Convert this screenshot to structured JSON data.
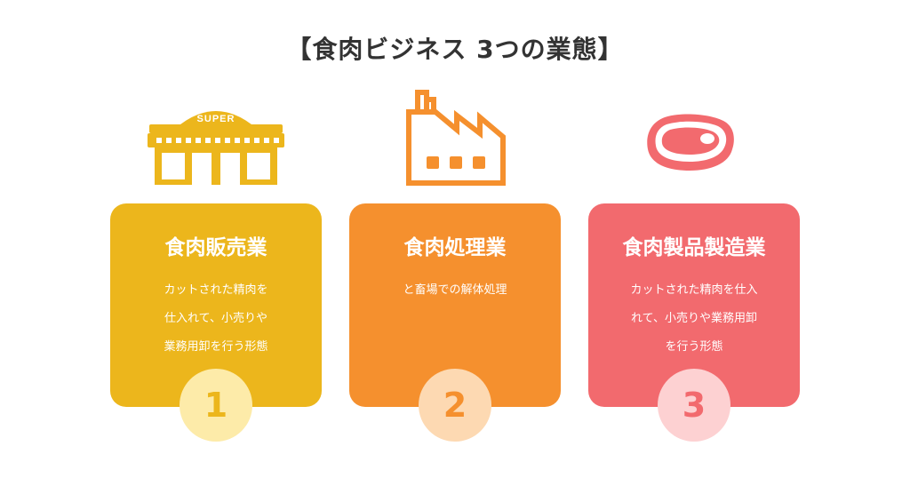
{
  "title": "【食肉ビジネス 3つの業態】",
  "cards": [
    {
      "title": "食肉販売業",
      "desc_lines": [
        "カットされた精肉を",
        "仕入れて、小売りや",
        "業務用卸を行う形態"
      ],
      "number": "1",
      "icon": "supermarket-icon",
      "icon_label": "SUPER",
      "color": "#ecb61c",
      "circle_color": "#fdeba9",
      "number_color": "#ecb61c"
    },
    {
      "title": "食肉処理業",
      "desc_lines": [
        "と畜場での解体処理"
      ],
      "number": "2",
      "icon": "factory-icon",
      "color": "#f5902e",
      "circle_color": "#fdd9b2",
      "number_color": "#f5902e"
    },
    {
      "title": "食肉製品製造業",
      "desc_lines": [
        "カットされた精肉を仕入",
        "れて、小売りや業務用卸",
        "を行う形態"
      ],
      "number": "3",
      "icon": "meat-steak-icon",
      "color": "#f26a6e",
      "circle_color": "#fdd1d2",
      "number_color": "#f26a6e"
    }
  ]
}
